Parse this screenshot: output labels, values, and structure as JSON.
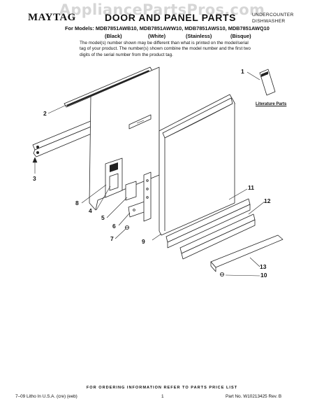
{
  "watermark": "AppliancePartsPros.com",
  "header": {
    "brand": "MAYTAG",
    "title": "DOOR AND PANEL PARTS",
    "appliance_line1": "UNDERCOUNTER",
    "appliance_line2": "DISHWASHER",
    "models_line": "For Models: MDB7851AWB10, MDB7851AWW10, MDB7851AWS10, MDB7851AWQ10",
    "variants": [
      "(Black)",
      "(White)",
      "(Stainless)",
      "(Bisque)"
    ]
  },
  "note": "The model(s) number shown may be different than what is printed on the model/serial tag of your product. The number(s) shown combine the model number and the first two digits of the serial number from the product tag.",
  "diagram": {
    "literature_label": "Literature Parts",
    "callouts": [
      "1",
      "2",
      "3",
      "4",
      "5",
      "6",
      "7",
      "8",
      "9",
      "10",
      "11",
      "12",
      "13"
    ]
  },
  "footer": {
    "ordering": "FOR ORDERING INFORMATION REFER TO PARTS PRICE LIST",
    "litho": "7–09 Litho In U.S.A. (cre) (eeb)",
    "page": "1",
    "part_no": "Part No. W10213425 Rev. B"
  }
}
